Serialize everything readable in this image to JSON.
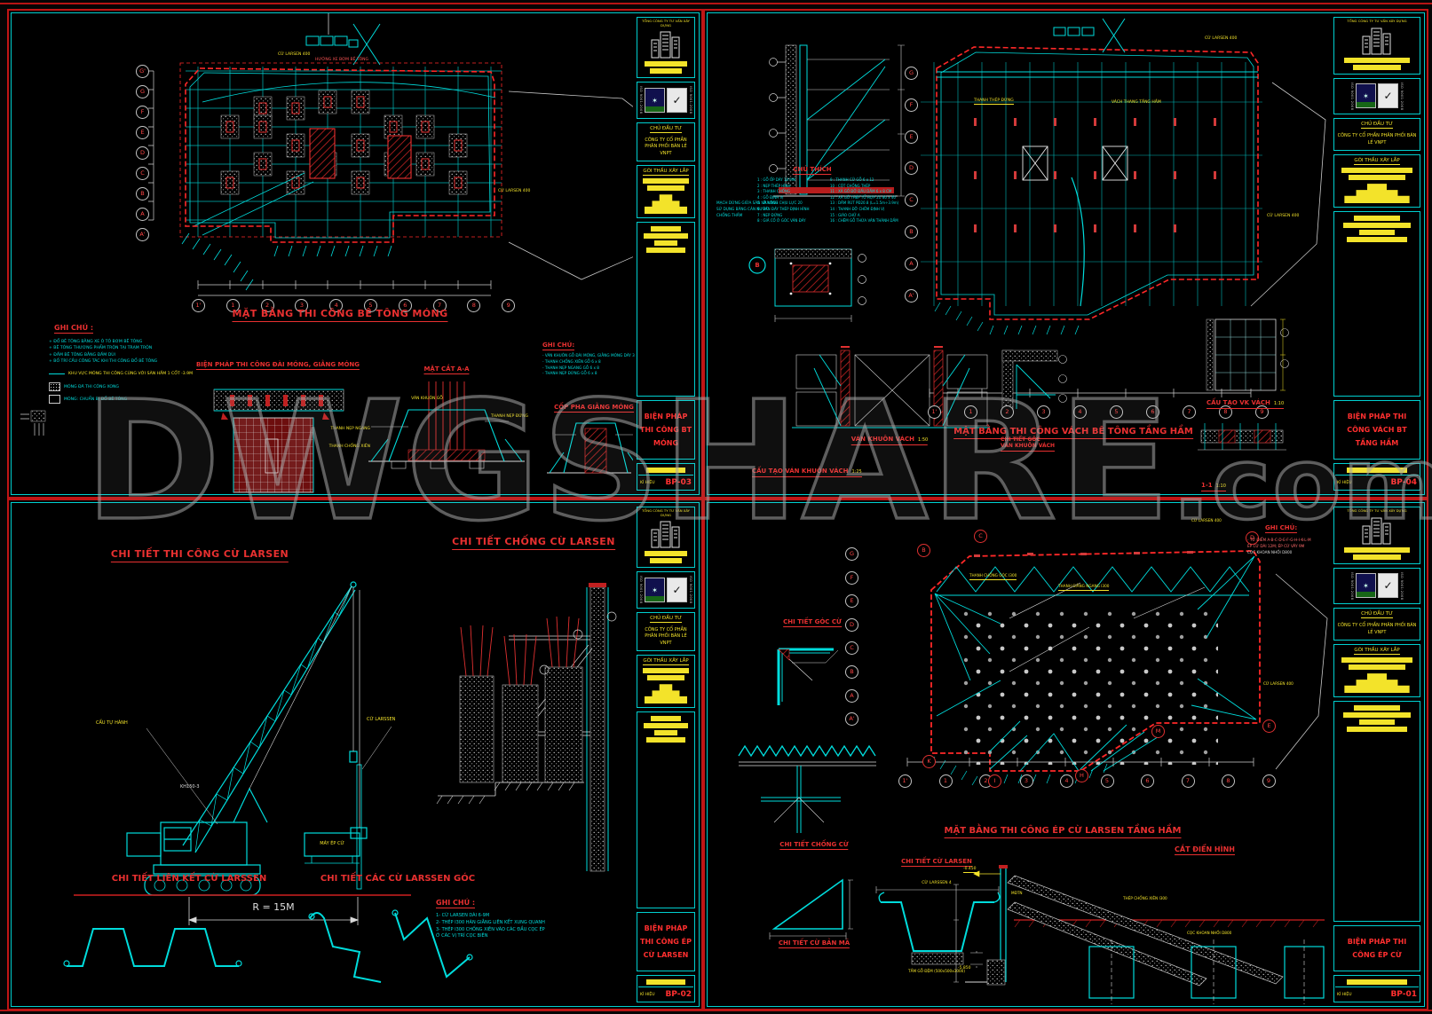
{
  "watermark": {
    "main": "DWGSHARE",
    "suffix": ".com"
  },
  "colors": {
    "cad_cyan": "#00dcdc",
    "cad_red": "#ff2828",
    "cad_yellow": "#f3e32a",
    "cad_white": "#d9d9d9",
    "paper": "#000000"
  },
  "title_block": {
    "header": "TỔNG CÔNG TY TƯ VẤN XÂY DỰNG",
    "iso_label": "ISO 9001:2008",
    "investor_label": "CHỦ ĐẦU TƯ",
    "investor_name": "CÔNG TY CỔ PHẦN PHÂN PHỐI BÁN LẺ VNPT",
    "package_label": "GÓI THẦU XÂY LẮP",
    "symbol_label": "KÍ HIỆU"
  },
  "sheets": {
    "tl": {
      "number": "BP-03",
      "block_title": "BIỆN PHÁP THI CÔNG BT MÓNG",
      "main_title": "MẶT BẰNG THI CÔNG BÊ TÔNG MÓNG",
      "grid_x": [
        "1'",
        "1",
        "2",
        "3",
        "4",
        "5",
        "6",
        "7",
        "8",
        "9"
      ],
      "grid_y": [
        "G'",
        "G",
        "F",
        "E",
        "D",
        "C",
        "B",
        "A",
        "A'"
      ],
      "label_larsen_top": "CỪ LARSEN 400",
      "label_larsen_right": "CỪ LARSEN 400",
      "label_pump": "HƯỚNG XE BƠM BÊ TÔNG",
      "ghi_chu_title": "GHI CHÚ :",
      "ghi_chu_items": [
        "+ ĐỔ BÊ TÔNG BẰNG XE Ô TÔ BƠM BÊ TÔNG",
        "+ BÊ TÔNG THƯƠNG PHẨM TRỘN TẠI TRẠM TRỘN",
        "+ ĐẦM BÊ TÔNG BẰNG ĐẦM DÙI",
        "+ BỐ TRÍ CẦU CÔNG TÁC KHI THI CÔNG ĐỔ BÊ TÔNG"
      ],
      "legend_items": [
        "KHU VỰC MÓNG THI CÔNG CÙNG VỚI SÀN HẦM 1 CỐT -3.9M",
        "MÓNG ĐÃ THI CÔNG XONG",
        "MÓNG: CHUẨN BỊ ĐỔ BÊ TÔNG"
      ],
      "sub1_title": "BIỆN PHÁP THI CÔNG ĐÀI MÓNG, GIẰNG MÓNG",
      "sub2_title": "MẶT CẮT A-A",
      "ghi_chu2_title": "GHI CHÚ:",
      "ghi_chu2_items": [
        "- VÁN KHUÔN GỖ ĐÀI MÓNG, GIẰNG MÓNG DÀY 3cm",
        "- THANH CHỐNG XIÊN GỖ 6 x 8",
        "- THANH NẸP NGANG GỖ 6 x 8",
        "- THANH NẸP ĐỨNG GỖ 6 x 8"
      ],
      "sec_labels": [
        "VÁN KHUÔN GỖ",
        "THANH NẸP NGANG",
        "THANH NẸP ĐỨNG",
        "THANH CHỐNG XIÊN"
      ],
      "sub3_title": "CỐP PHA GIẰNG MÓNG"
    },
    "tr": {
      "number": "BP-04",
      "block_title": "BIỆN PHÁP THI CÔNG VÁCH BT TẦNG HẦM",
      "main_title": "MẶT BẰNG THI CÔNG VÁCH BÊ TÔNG TẦNG HẦM",
      "grid_x": [
        "1'",
        "1",
        "2",
        "3",
        "4",
        "5",
        "6",
        "7",
        "8",
        "9"
      ],
      "grid_y": [
        "G",
        "F",
        "E",
        "D",
        "C",
        "B",
        "A",
        "A'"
      ],
      "chu_thich_title": "CHÚ THÍCH",
      "chu_thich_col1": [
        "1 : GỖ ỐP DÀY 18 MM",
        "2 : NẸP THÉP HÌNH",
        "3 : THANH CHỐNG",
        "4 : GỖ ĐỊNH VỊ",
        "5 : BULÔNG CHỊU LỰC 20",
        "6 : VÁN ĐÁY THÉP ĐỊNH HÌNH",
        "7 : NẸP ĐỨNG",
        "8 : GIÁ CỐ Ở GÓC VÁN ĐÁY"
      ],
      "chu_thich_col2": [
        "9 : THANH CỮ GỖ 6 x 12",
        "10 : CỘT CHỐNG THÉP",
        "11 : XÀ GỒ ĐỠ ĐẦU DẦM 6 x 8 CM",
        "12 : XÀ GỒ THÉP TỔ HỢP 2U 80 x 40",
        "13 : DẦM RÚT PĐ20.8 (L=1.5m÷3.9m)",
        "14 : THANH ĐỠ CHÊM ĐỊNH VỊ",
        "15 : GIÁO CHỮ A",
        "16 : CHÊM GỖ THỪA VÁN THÀNH DẦM"
      ],
      "note1_lines": [
        "MẠCH DỪNG GIỮA SÀN VÀ VÁCH",
        "SỬ DỤNG BĂNG CẢN NƯỚC",
        "CHỐNG THẤM"
      ],
      "label_thep_dung": "THANH THÉP ĐỨNG",
      "label_vach_thang": "VÁCH THANG TẦNG HẦM",
      "label_larsen_top": "CỪ LARSEN 400",
      "label_larsen_right": "CỪ LARSEN 400",
      "b_detail_letter": "B",
      "det1_title": "CẤU TẠO VÁN KHUÔN VÁCH",
      "det1_scale": "1:25",
      "det2_title": "VÁN KHUÔN VÁCH",
      "det2_scale": "1:50",
      "det3_title": "CHI TIẾT GÓC",
      "det3_title2": "VÁN KHUÔN VÁCH",
      "det3_scale": "1:10",
      "det4_title": "CẤU TẠO VK VÁCH",
      "det4_scale": "1:10",
      "det5_title": "1-1",
      "det5_scale": "1:10"
    },
    "bl": {
      "number": "BP-02",
      "block_title": "BIỆN PHÁP THI CÔNG ÉP CỪ LARSEN",
      "title1": "CHI TIẾT THI CÔNG CỪ LARSEN",
      "title2": "CHI TIẾT CHỐNG CỪ LARSEN",
      "crane_label": "CẨU TỰ HÀNH",
      "crane_model": "KH150-3",
      "press_label": "MÁY ÉP CỪ",
      "pile_label": "CỪ LARSSEN",
      "radius_label": "R = 15M",
      "ghi_chu_title": "GHI CHÚ :",
      "ghi_chu_items": [
        "1- CỪ LARSEN DÀI 6-9M",
        "2- THÉP I300 HÀN GIẰNG LIÊN KẾT XUNG QUANH",
        "3- THÉP I300 CHỐNG XIÊN VÀO CÁC ĐẦU CỌC ÉP",
        "Ở CÁC VỊ TRÍ CỌC BIÊN"
      ],
      "title3": "CHI TIẾT LIÊN KẾT CỪ LARSSEN",
      "title4": "CHI TIẾT CÁC CỪ LARSSEN GÓC"
    },
    "br": {
      "number": "BP-01",
      "block_title": "BIỆN PHÁP THI CÔNG ÉP CỪ",
      "main_title": "MẶT BẰNG THI CÔNG ÉP CỪ LARSEN TẦNG HẦM",
      "grid_x": [
        "1'",
        "1",
        "2",
        "3",
        "4",
        "5",
        "6",
        "7",
        "8",
        "9"
      ],
      "grid_y": [
        "G",
        "F",
        "E",
        "D",
        "C",
        "B",
        "A",
        "A'"
      ],
      "perimeter_points": [
        "B",
        "C",
        "D",
        "E",
        "M",
        "H",
        "I",
        "K"
      ],
      "ghi_chu_title": "GHI CHÚ:",
      "ghi_chu_items": [
        "- TỪ ĐIỂM A-B-C-D-E-F-G-H-I-K-L-M",
        "ÉP CỪ DÀI 12M; ÉP CỪ VÂY 9M",
        "CỌC KHOAN NHỒI D800"
      ],
      "label_chong_goc": "THANH CHỐNG GÓC I300",
      "label_giang_ngang": "THANH GIẰNG NGANG I300",
      "label_larsen": "CỪ LARSEN 400",
      "det1_title": "CHI TIẾT GÓC CỪ",
      "det2_title": "CHI TIẾT CHỐNG CỪ",
      "det3_title": "CHI TIẾT CỪ LARSEN",
      "det3_label": "CỪ LARSSEN 4",
      "det3_sub": "TẤM GỖ ĐỆM (500x500x3000)",
      "det4_title": "CHI TIẾT CỪ BẢN MÃ",
      "det5_title": "CẮT ĐIỂN HÌNH",
      "elev_top": "-0.450",
      "elev_bottom": "-5.850",
      "mdtn": "MĐTN",
      "label_chong_xien": "THÉP CHỐNG XIÊN I300",
      "label_coc": "CỌC KHOAN NHỒI D800"
    }
  }
}
